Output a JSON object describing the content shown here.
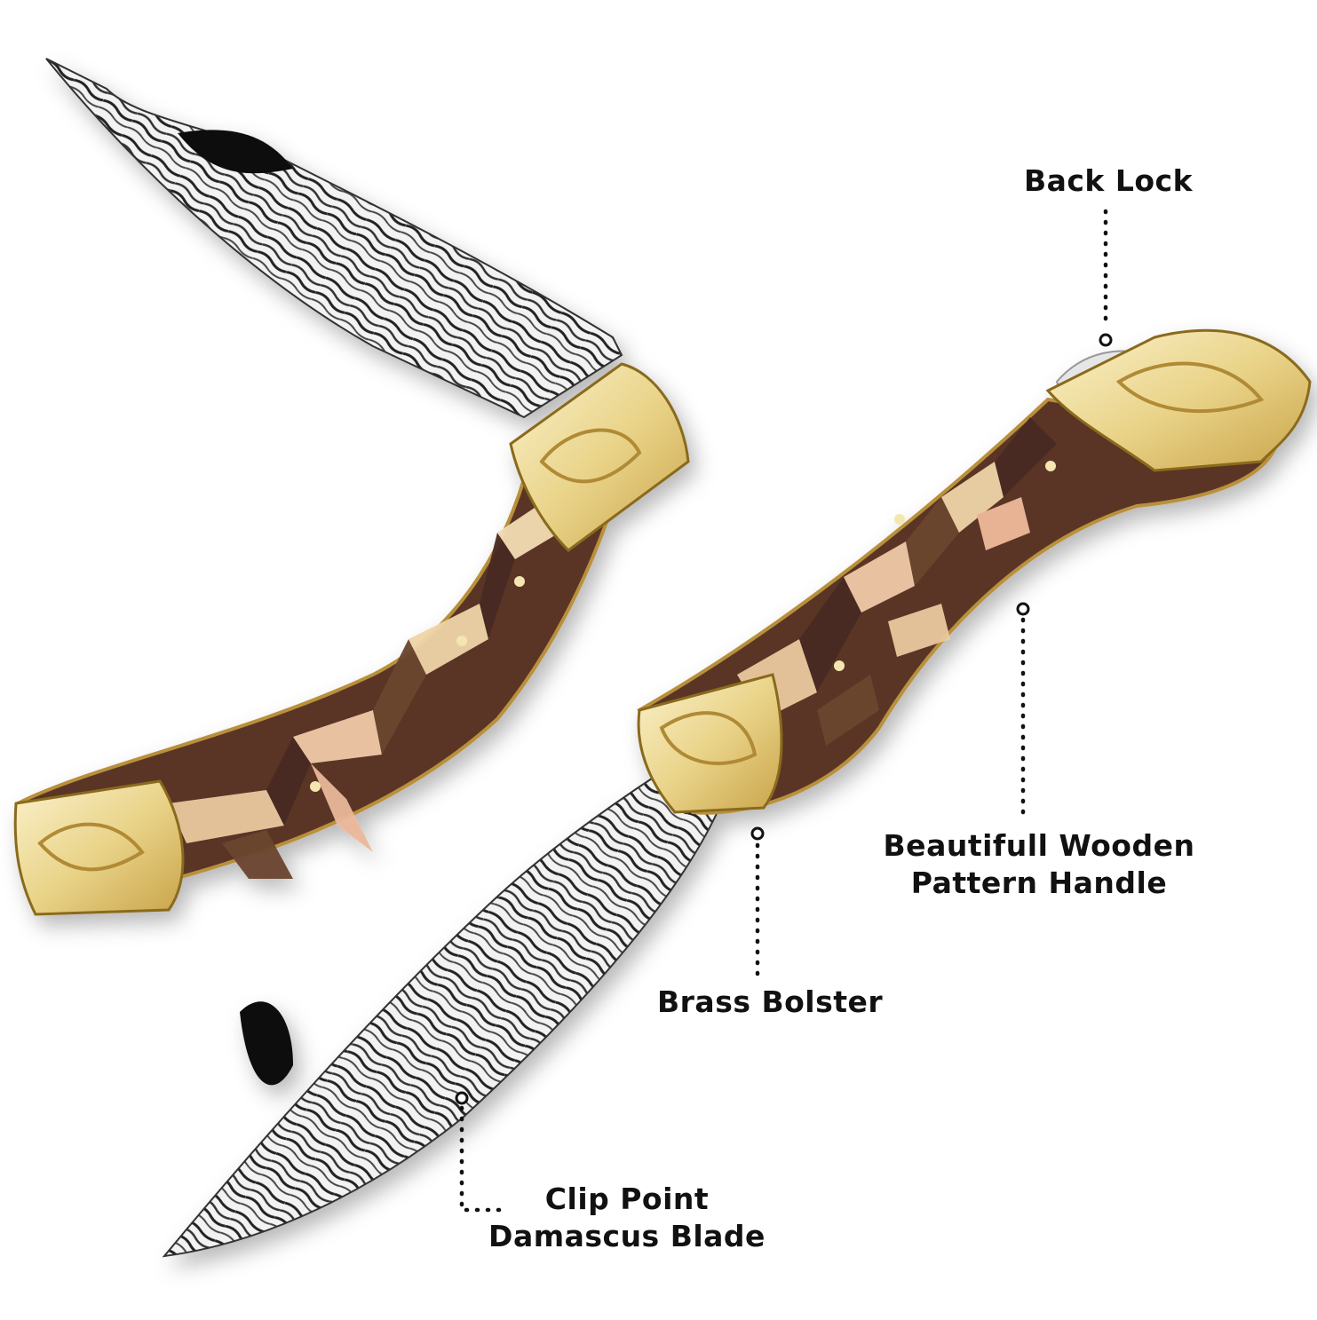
{
  "image": {
    "subject": "Pair of Damascus folding pocket knives with herringbone wooden handles and engraved brass bolsters",
    "background": "#ffffff"
  },
  "colors": {
    "text": "#111111",
    "brass_light": "#f6e9b8",
    "brass_mid": "#e1c46a",
    "brass_dark": "#a07a22",
    "wood_dark": "#4a2c22",
    "wood_mid": "#6b4530",
    "wood_light": "#eac9a0",
    "wood_pink": "#f0b99a",
    "steel_light": "#f2f2f2",
    "steel_dark": "#222222"
  },
  "callouts": [
    {
      "id": "back-lock",
      "lines": [
        "Back Lock"
      ]
    },
    {
      "id": "handle",
      "lines": [
        "Beautifull Wooden",
        "Pattern Handle"
      ]
    },
    {
      "id": "bolster",
      "lines": [
        "Brass Bolster"
      ]
    },
    {
      "id": "blade",
      "lines": [
        "Clip Point",
        "Damascus Blade"
      ]
    }
  ]
}
